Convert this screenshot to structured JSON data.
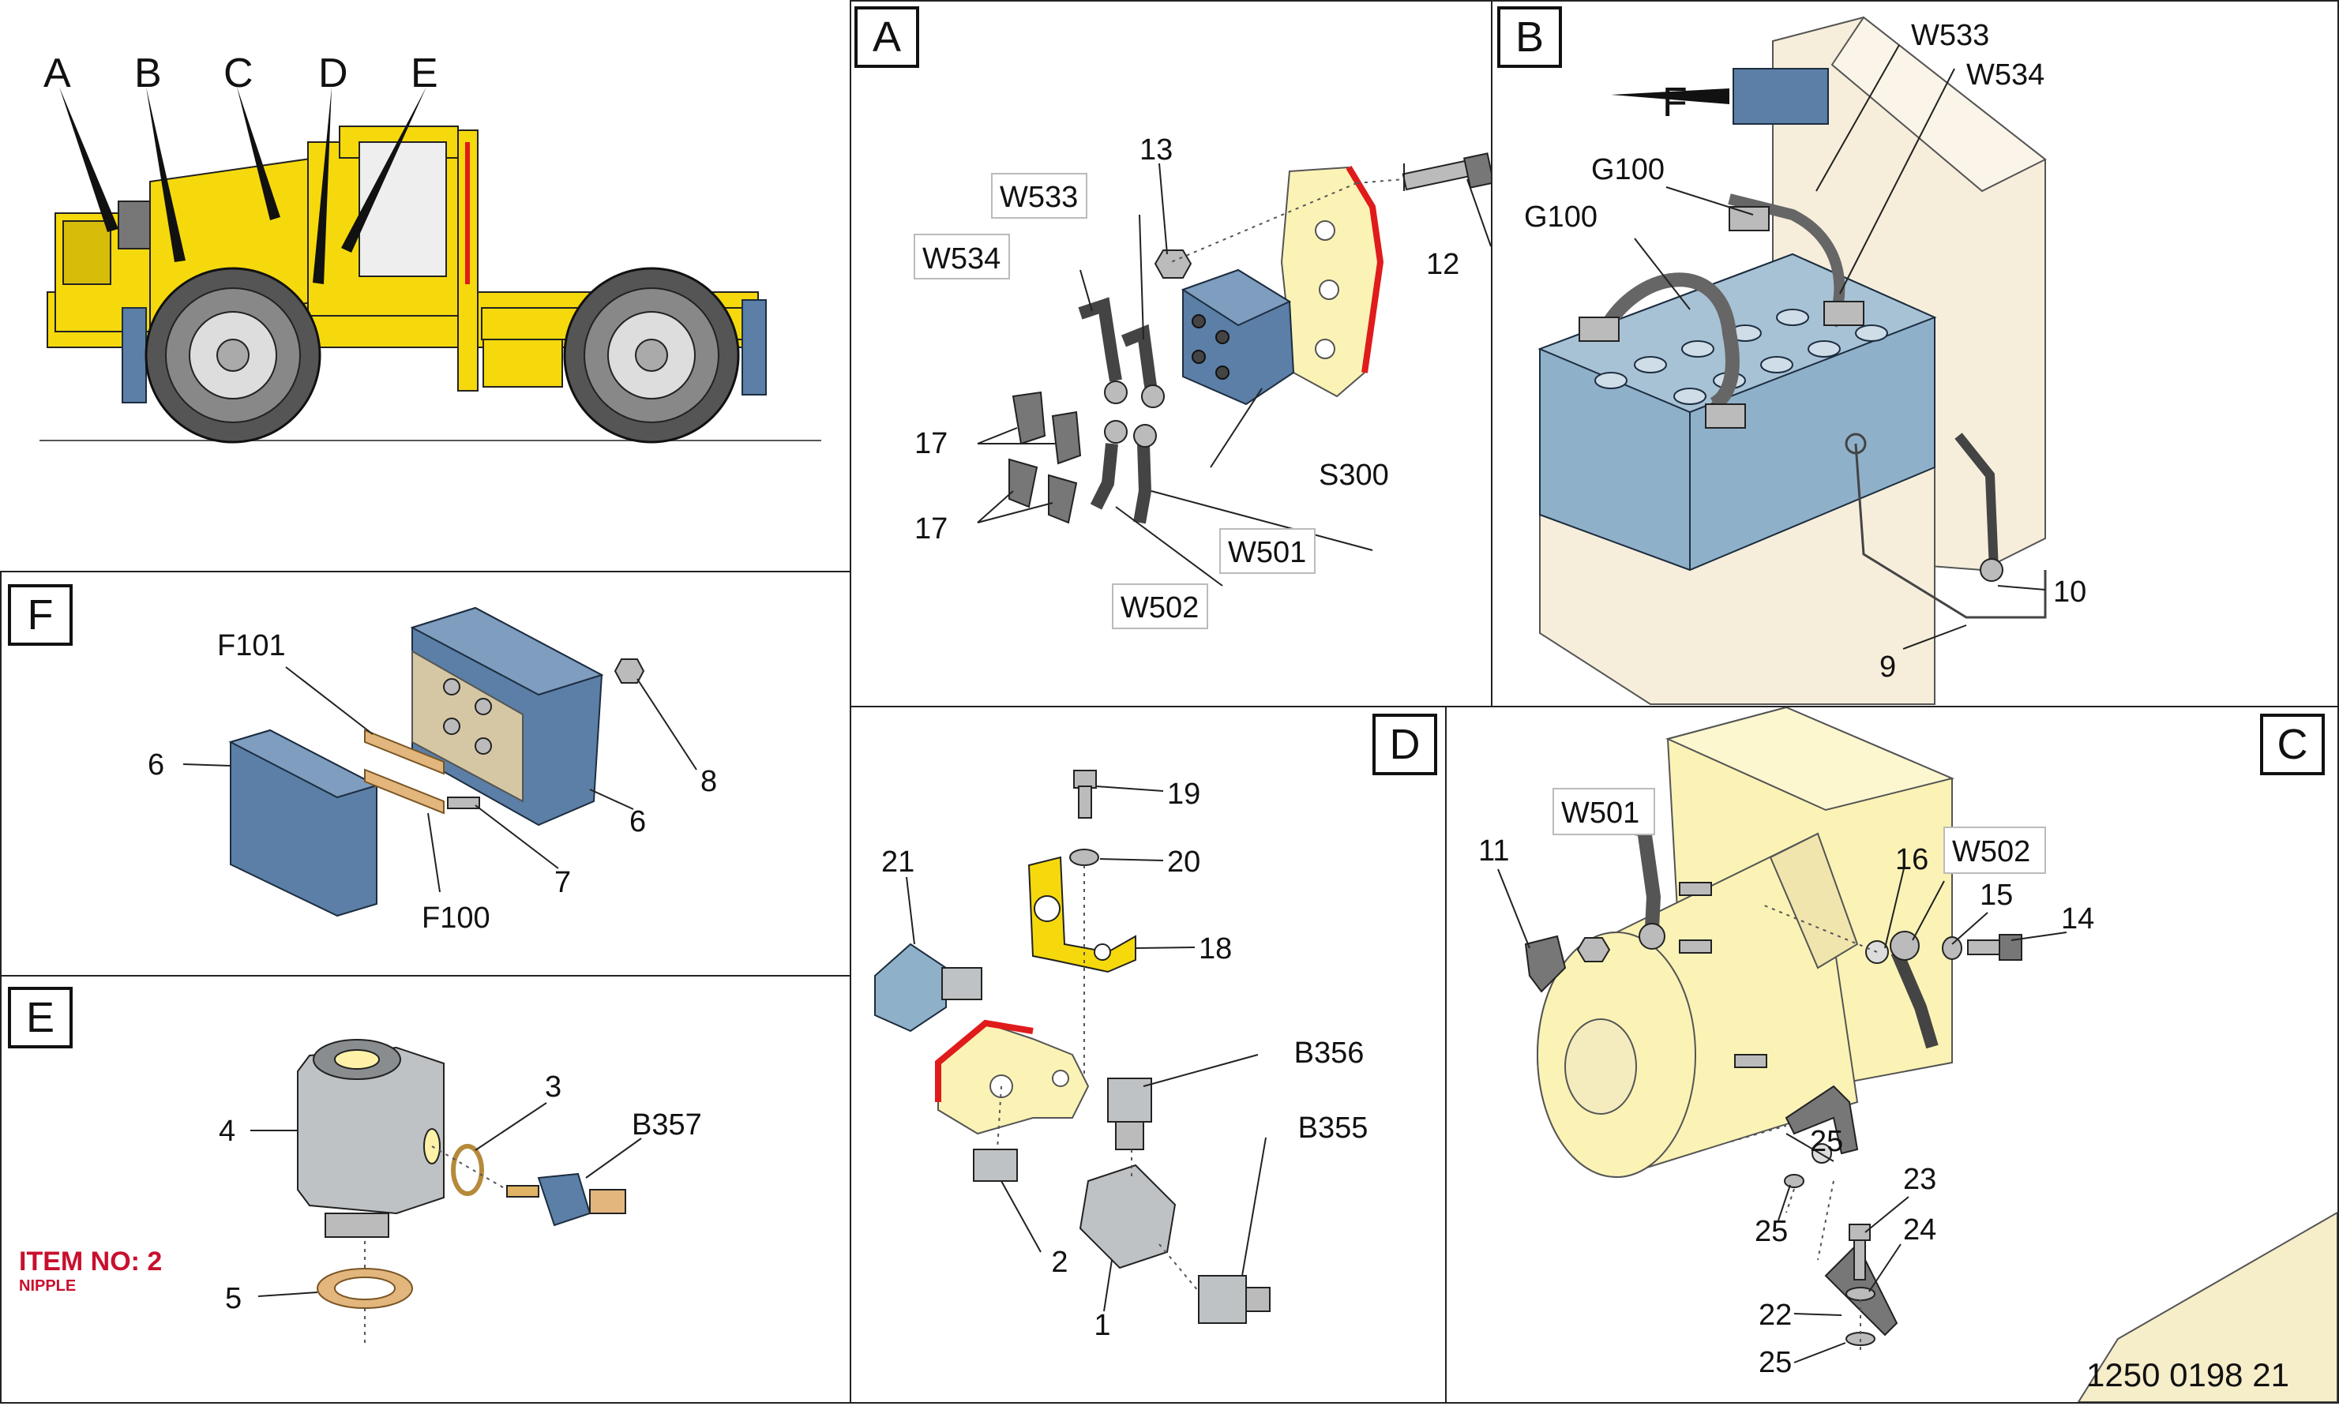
{
  "overview": {
    "labels": [
      "A",
      "B",
      "C",
      "D",
      "E"
    ]
  },
  "panel_a": {
    "tag": "A",
    "labels": {
      "l13": "13",
      "l12": "12",
      "l17a": "17",
      "l17b": "17",
      "s300": "S300"
    },
    "boxed": {
      "w533": "W533",
      "w534": "W534",
      "w501": "W501",
      "w502": "W502"
    }
  },
  "panel_b": {
    "tag": "B",
    "labels": {
      "f": "F",
      "w533": "W533",
      "w534": "W534",
      "g100a": "G100",
      "g100b": "G100",
      "l10": "10",
      "l9": "9"
    }
  },
  "panel_f": {
    "tag": "F",
    "labels": {
      "f101": "F101",
      "l6a": "6",
      "l8": "8",
      "l6b": "6",
      "l7": "7",
      "f100": "F100"
    }
  },
  "panel_e": {
    "tag": "E",
    "labels": {
      "l3": "3",
      "l4": "4",
      "b357": "B357",
      "l5": "5"
    },
    "item": {
      "title": "ITEM NO: 2",
      "subtitle": "NIPPLE"
    }
  },
  "panel_d": {
    "tag": "D",
    "labels": {
      "l19": "19",
      "l20": "20",
      "l21": "21",
      "l18": "18",
      "b356": "B356",
      "b355": "B355",
      "l2": "2",
      "l1": "1"
    }
  },
  "panel_c": {
    "tag": "C",
    "labels": {
      "l11": "11",
      "l16": "16",
      "l15": "15",
      "l14": "14",
      "l25a": "25",
      "l25b": "25",
      "l23": "23",
      "l24": "24",
      "l22": "22",
      "l25c": "25"
    },
    "boxed": {
      "w501": "W501",
      "w502": "W502"
    },
    "doc_number": "1250 0198 21"
  },
  "colors": {
    "vehicle_yellow": "#f5d90c",
    "part_blue": "#5b7fa6",
    "battery_blue": "#8fb0c9",
    "housing_cream": "#f6eedb",
    "gasket_red": "#e01b1b",
    "item_red": "#c8102e"
  }
}
